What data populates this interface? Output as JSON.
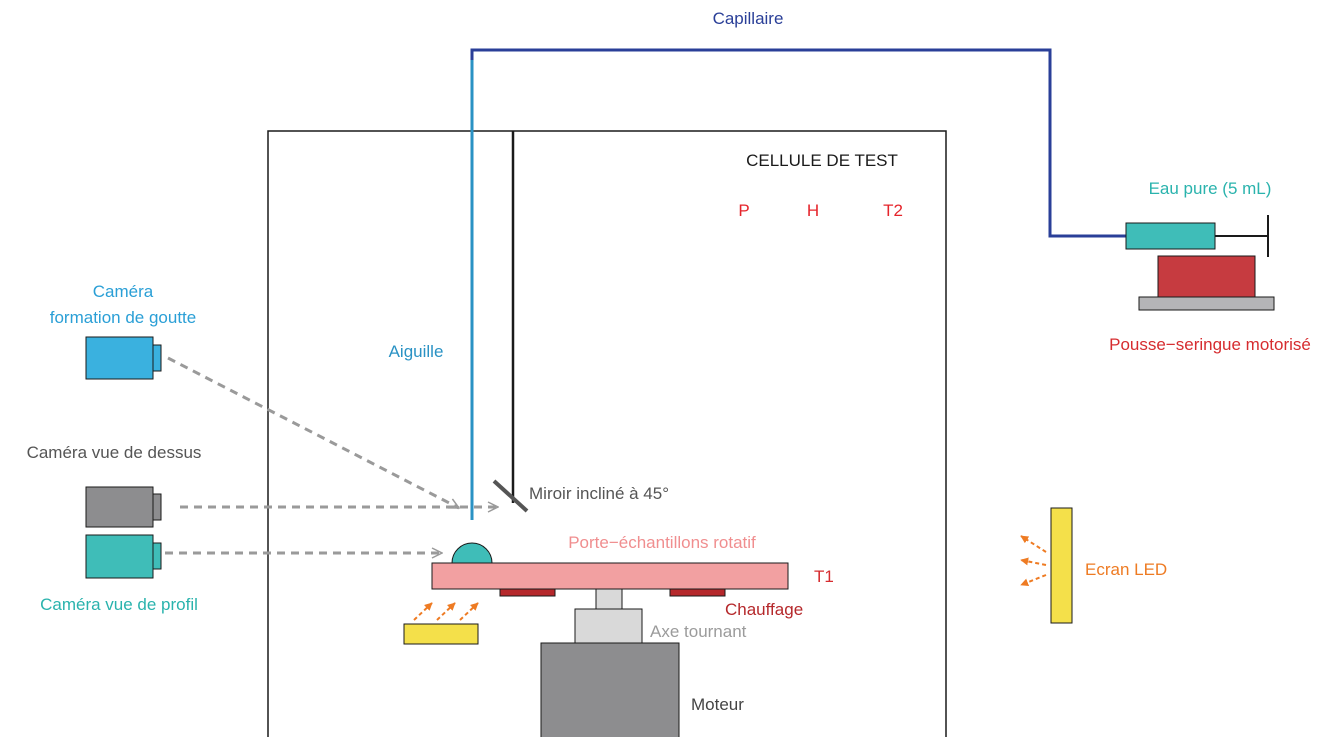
{
  "labels": {
    "capillary": "Capillaire",
    "test_cell": "CELLULE DE TEST",
    "sensor_p": "P",
    "sensor_h": "H",
    "sensor_t2": "T2",
    "pure_water": "Eau pure (5 mL)",
    "syringe_pump": "Pousse−seringue motorisé",
    "camera_drop_line1": "Caméra",
    "camera_drop_line2": "formation de goutte",
    "needle": "Aiguille",
    "camera_top": "Caméra vue de dessus",
    "mirror": "Miroir incliné à 45°",
    "sample_holder": "Porte−échantillons rotatif",
    "sensor_t1": "T1",
    "camera_profile": "Caméra vue de profil",
    "heating": "Chauffage",
    "led_screen": "Ecran LED",
    "rotating_axis": "Axe tournant",
    "motor": "Moteur"
  },
  "colors": {
    "capillary": "#2a3f98",
    "needle": "#2a92c4",
    "sensors": "#e5242b",
    "pure_water": "#2ab3ad",
    "syringe_pump": "#d62c2f",
    "camera_drop": "#3ab1df",
    "camera_top": "#8d8d8f",
    "camera_profile": "#3fbdb8",
    "sample_holder": "#f2a0a1",
    "heating": "#b5282b",
    "led": "#f4e04a",
    "led_text": "#ee7b23",
    "axis_text": "#9b9b9b",
    "text": "#444444"
  }
}
